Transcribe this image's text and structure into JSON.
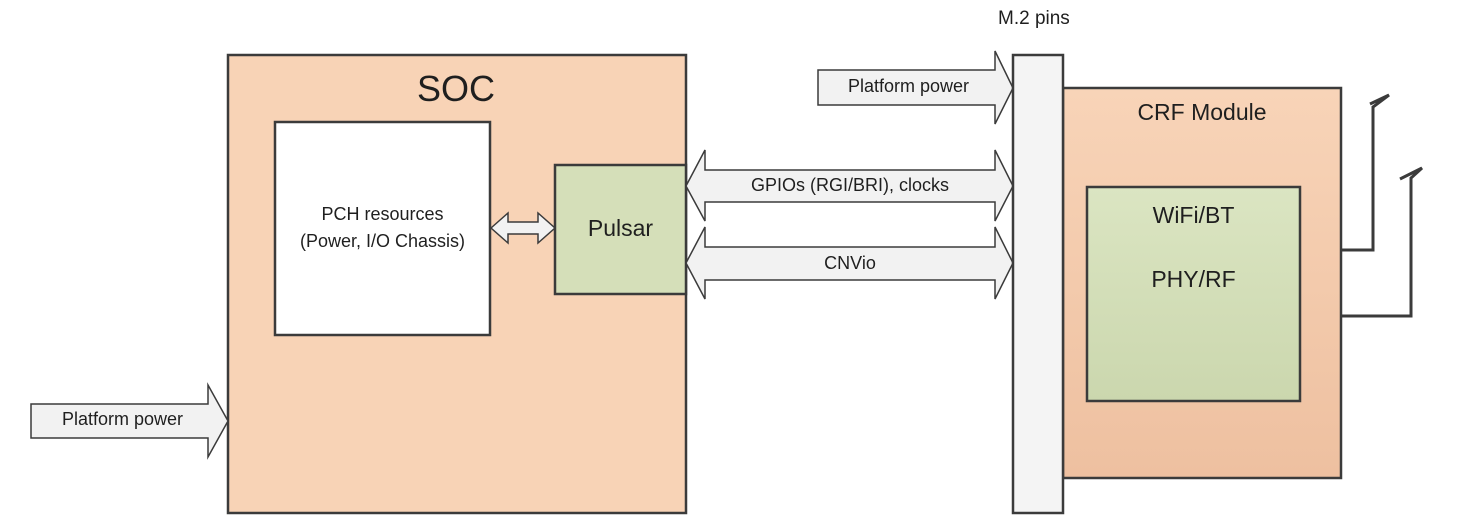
{
  "diagram": {
    "m2_pins_label": "M.2 pins",
    "soc": {
      "title": "SOC",
      "pch": {
        "line1": "PCH resources",
        "line2": "(Power, I/O Chassis)"
      },
      "pulsar": "Pulsar"
    },
    "platform_power_left": "Platform power",
    "platform_power_top": "Platform power",
    "links": {
      "gpios": "GPIOs (RGI/BRI), clocks",
      "cnvio": "CNVio"
    },
    "crf_module": {
      "title": "CRF Module",
      "wifi_bt": "WiFi/BT",
      "phy_rf": "PHY/RF"
    },
    "colors": {
      "soc_fill": "#f8d3b6",
      "pulsar_fill": "#d5dfb9",
      "module_fill_top": "#f8d4b8",
      "module_fill_bottom": "#eec0a0",
      "arrow_fill": "#f2f2f2",
      "stroke": "#3b3b3b"
    }
  }
}
